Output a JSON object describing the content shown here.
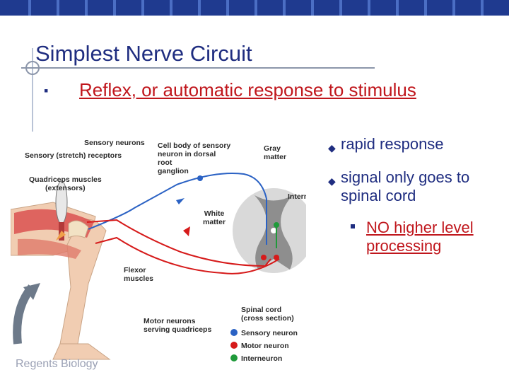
{
  "slide": {
    "title": "Simplest Nerve Circuit",
    "subtitle": "Reflex, or automatic response to stimulus",
    "bullets": [
      {
        "text": "rapid response"
      },
      {
        "text_line1": "signal only goes to",
        "text_line2": "spinal cord"
      }
    ],
    "sub_point": {
      "line1": "NO higher level",
      "line2": "processing"
    },
    "footer_caption": "Regents Biology"
  },
  "diagram": {
    "labels": {
      "sensory_neurons": "Sensory neurons",
      "stretch_receptors": "Sensory (stretch) receptors",
      "quadriceps_l1": "Quadriceps muscles",
      "quadriceps_l2": "(extensors)",
      "cell_body_l1": "Cell body of sensory",
      "cell_body_l2": "neuron in dorsal",
      "cell_body_l3": "root",
      "cell_body_l4": "ganglion",
      "gray_matter_l1": "Gray",
      "gray_matter_l2": "matter",
      "interneurons": "Interneurons",
      "white_matter_l1": "White",
      "white_matter_l2": "matter",
      "flexor_l1": "Flexor",
      "flexor_l2": "muscles",
      "spinal_cord_l1": "Spinal cord",
      "spinal_cord_l2": "(cross section)",
      "motor_neurons_l1": "Motor neurons",
      "motor_neurons_l2": "serving quadriceps"
    },
    "legend": [
      {
        "label": "Sensory neuron",
        "color": "#2b62c4"
      },
      {
        "label": "Motor neuron",
        "color": "#d61a1a"
      },
      {
        "label": "Interneuron",
        "color": "#1f9a3a"
      }
    ]
  },
  "colors": {
    "title": "#1f2d80",
    "accent_red": "#c0161c",
    "top_bar": "#1f3a8f"
  }
}
